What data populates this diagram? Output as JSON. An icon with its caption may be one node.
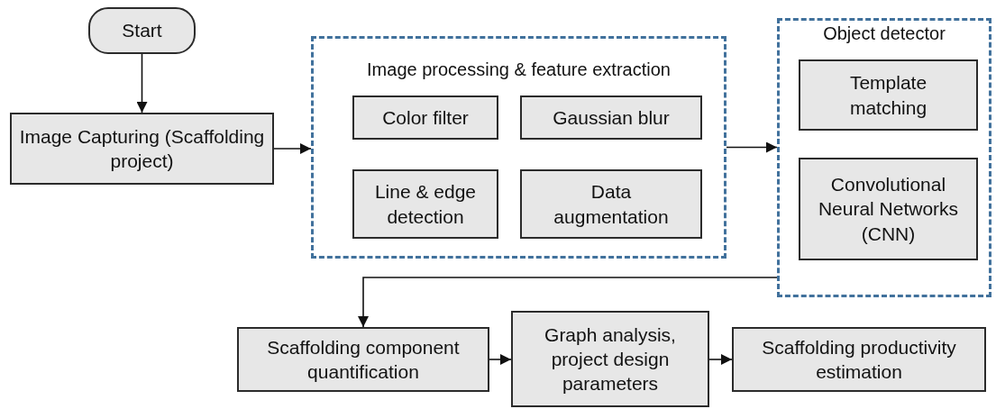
{
  "diagram": {
    "nodes": [
      {
        "text": [
          "Start"
        ]
      },
      {
        "text": [
          "Image Capturing (Scaffolding project)"
        ]
      },
      {
        "text": [
          "Image processing & feature extraction"
        ]
      },
      {
        "text": [
          "Color filter"
        ],
        "in": 2
      },
      {
        "text": [
          "Gaussian blur"
        ],
        "in": 2
      },
      {
        "text": [
          "Line & edge detection"
        ],
        "in": 2
      },
      {
        "text": [
          "Data augmentation"
        ],
        "in": 2
      },
      {
        "text": [
          "Object detector"
        ]
      },
      {
        "text": [
          "Template matching"
        ],
        "in": 7
      },
      {
        "text": [
          "Convolutional Neural Networks (CNN)"
        ],
        "in": 7
      },
      {
        "text": [
          "Scaffolding component quantification"
        ]
      },
      {
        "text": [
          "Graph analysis, project design parameters"
        ]
      },
      {
        "text": [
          "Scaffolding productivity estimation"
        ]
      }
    ],
    "edges": [
      {
        "from": 0,
        "to": 1,
        "arrow": "to"
      },
      {
        "from": 1,
        "to": 2,
        "arrow": "to"
      },
      {
        "from": 2,
        "to": 7,
        "arrow": "to"
      },
      {
        "from": 7,
        "to": 10,
        "arrow": "to"
      },
      {
        "from": 10,
        "to": 11,
        "arrow": "to"
      },
      {
        "from": 11,
        "to": 12,
        "arrow": "to"
      }
    ]
  }
}
